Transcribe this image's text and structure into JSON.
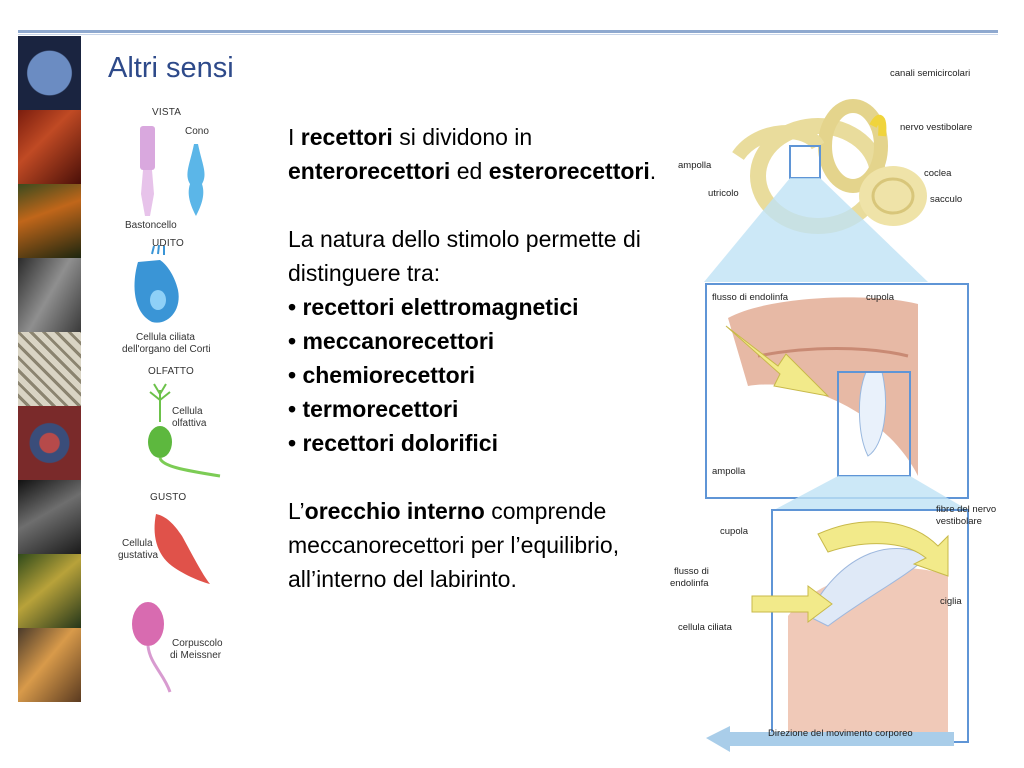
{
  "slide": {
    "title": "Altri sensi"
  },
  "receptors_figure": {
    "vista": "VISTA",
    "cono": "Cono",
    "bastoncello": "Bastoncello",
    "udito": "UDITO",
    "cellula_ciliata": "Cellula ciliata",
    "organo_corti": "dell'organo del Corti",
    "olfatto": "OLFATTO",
    "cellula_olf_1": "Cellula",
    "cellula_olf_2": "olfattiva",
    "gusto": "GUSTO",
    "cellula_gust_1": "Cellula",
    "cellula_gust_2": "gustativa",
    "corpuscolo_1": "Corpuscolo",
    "corpuscolo_2": "di Meissner"
  },
  "text": {
    "p1_a": "I ",
    "p1_b": "recettori",
    "p1_c": " si dividono in ",
    "p1_d": "enterorecettori",
    "p1_e": " ed ",
    "p1_f": "esterorecettori",
    "p1_g": ".",
    "p2": "La natura dello stimolo permette di distinguere tra:",
    "bullets": [
      "recettori elettromagnetici",
      "meccanorecettori",
      "chemiorecettori",
      "termorecettori",
      "recettori dolorifici"
    ],
    "p3_a": "L’",
    "p3_b": "orecchio interno",
    "p3_c": " comprende meccanorecettori per l’equilibrio, all’interno del labirinto."
  },
  "ear_figure": {
    "canali": "canali semicircolari",
    "nervo": "nervo vestibolare",
    "ampolla_top": "ampolla",
    "coclea": "coclea",
    "utricolo": "utricolo",
    "sacculo": "sacculo",
    "flusso_1": "flusso di endolinfa",
    "cupola_1": "cupola",
    "ampolla_mid": "ampolla",
    "fibre_1": "fibre del nervo",
    "fibre_2": "vestibolare",
    "cupola_2": "cupola",
    "flusso_2a": "flusso di",
    "flusso_2b": "endolinfa",
    "ciglia": "ciglia",
    "cellula_ciliata": "cellula ciliata",
    "direzione": "Direzione del movimento corporeo"
  }
}
